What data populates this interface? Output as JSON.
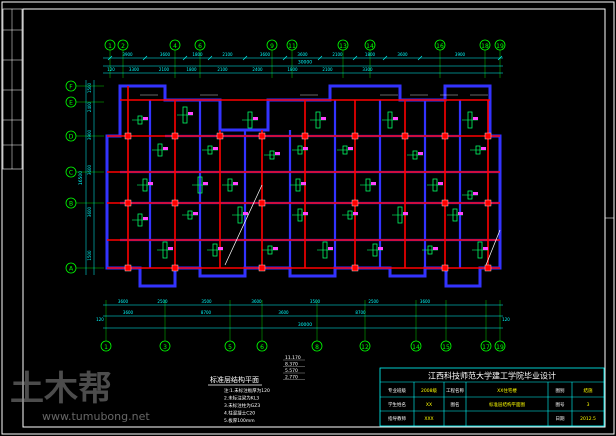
{
  "drawing": {
    "top_grid_labels": [
      "1",
      "2",
      "4",
      "6",
      "9",
      "11",
      "13",
      "14",
      "16",
      "18",
      "19"
    ],
    "bottom_grid_labels": [
      "1",
      "3",
      "5",
      "6",
      "8",
      "12",
      "14",
      "15",
      "17",
      "19"
    ],
    "left_grid_labels": [
      "F",
      "E",
      "D",
      "C",
      "B",
      "A"
    ],
    "top_dims_upper": [
      "3900",
      "3600",
      "1800",
      "2100",
      "3600",
      "3600",
      "2100",
      "1800",
      "3600",
      "3900"
    ],
    "top_dims_total": "30000",
    "top_dims_lower": [
      "120",
      "3300",
      "2100",
      "1800",
      "2100",
      "2400",
      "1800",
      "2100",
      "3300"
    ],
    "bottom_dims_upper": [
      "3600",
      "2500",
      "3500",
      "3600",
      "3500",
      "2500",
      "3600"
    ],
    "bottom_dims_lower": [
      "3600",
      "8700",
      "3600",
      "8700"
    ],
    "bottom_dims_total": "30000",
    "bottom_edge_dims": [
      "120",
      "120"
    ],
    "left_dims": [
      "1500",
      "2400",
      "3900",
      "3600",
      "3600",
      "1500"
    ],
    "left_total": "16500",
    "plan_title": "标准层结构平面",
    "notes": [
      "注:1.未标注板厚为120",
      "2.未标注梁为KL3",
      "3.未标注柱为GZ3",
      "4.柱混凝土C20",
      "5.板厚100mm"
    ],
    "elevations": [
      "11.170",
      "8.370",
      "5.570",
      "2.770"
    ]
  },
  "title_block": {
    "school": "江西科技师范大学建工学院毕业设计",
    "row1": [
      "专业班级",
      "2008级",
      "工程名称",
      "XX住宅楼",
      "图别",
      "结施"
    ],
    "row2": [
      "学生姓名",
      "XX",
      "图名",
      "标准层结构平面图",
      "图号",
      "3"
    ],
    "row3": [
      "指导教师",
      "XXX",
      "",
      "",
      "日期",
      "2012.5"
    ]
  },
  "watermark": {
    "logo": "土木帮",
    "url": "www.tumubong.net"
  },
  "colors": {
    "background": "#000000",
    "border": "#ffffff",
    "axis": "#00ff00",
    "beam": "#ff0000",
    "wall": "#3333ff",
    "rebar": "#00ff66",
    "dims": "#00ffff",
    "text": "#ffff00"
  }
}
